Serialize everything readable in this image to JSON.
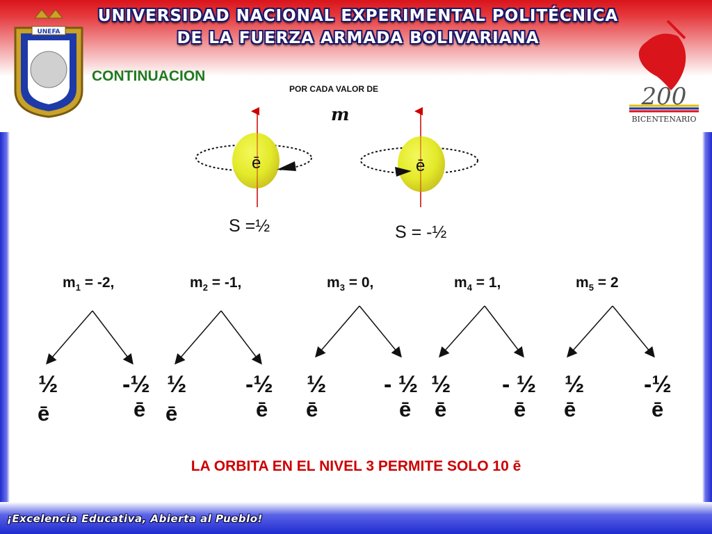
{
  "header": {
    "title_line1": "UNIVERSIDAD NACIONAL EXPERIMENTAL POLITÉCNICA",
    "title_line2": "DE LA FUERZA ARMADA BOLIVARIANA",
    "seal_text": "UNEFA",
    "bicentenario_number": "200",
    "bicentenario_text": "BICENTENARIO"
  },
  "section_title": "CONTINUACION",
  "spin": {
    "caption": "POR CADA VALOR DE",
    "symbol": "m",
    "electron_symbol": "ē",
    "left_label": "S =½",
    "right_label": "S = -½"
  },
  "orbitals": [
    {
      "label": "m",
      "index": "1",
      "value": " = -2,",
      "up": "½",
      "down": "-½"
    },
    {
      "label": "m",
      "index": "2",
      "value": " = -1,",
      "up": "½",
      "down": "-½"
    },
    {
      "label": "m",
      "index": "3",
      "value": " = 0,",
      "up": "½",
      "down": "- ½"
    },
    {
      "label": "m",
      "index": "4",
      "value": " = 1,",
      "up": "½",
      "down": "- ½"
    },
    {
      "label": "m",
      "index": "5",
      "value": " = 2",
      "up": "½",
      "down": "-½"
    }
  ],
  "electron": "ē",
  "conclusion": "LA ORBITA EN EL NIVEL 3  PERMITE SOLO 10 ē",
  "footer": "¡Excelencia Educativa, Abierta al Pueblo!",
  "colors": {
    "header_red": "#d9141b",
    "frame_blue": "#1f2bd0",
    "section_green": "#1f7a1f",
    "conclusion_red": "#cc0000",
    "electron_yellow": "#e3ea2a"
  }
}
